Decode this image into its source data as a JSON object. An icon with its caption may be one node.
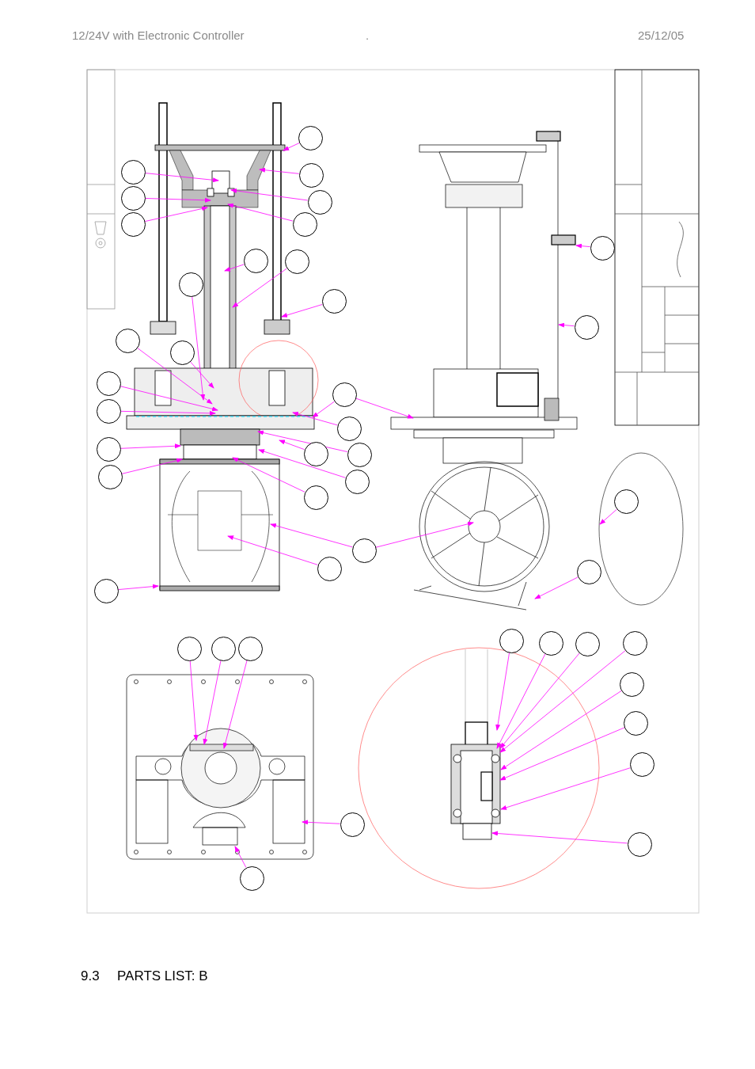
{
  "diagram": {
    "nodes": [
      {
        "text": [],
        "shape": "circle"
      },
      {
        "text": [],
        "shape": "circle"
      },
      {
        "text": [],
        "shape": "circle"
      },
      {
        "text": [],
        "shape": "circle"
      },
      {
        "text": [],
        "shape": "circle"
      },
      {
        "text": [],
        "shape": "circle"
      },
      {
        "text": [],
        "shape": "circle"
      },
      {
        "text": [],
        "shape": "circle"
      },
      {
        "text": [],
        "shape": "circle"
      },
      {
        "text": [],
        "shape": "circle"
      },
      {
        "text": [],
        "shape": "circle"
      },
      {
        "text": [],
        "shape": "circle"
      },
      {
        "text": [],
        "shape": "circle"
      },
      {
        "text": [],
        "shape": "circle"
      },
      {
        "text": [],
        "shape": "circle"
      },
      {
        "text": [],
        "shape": "circle"
      },
      {
        "text": [],
        "shape": "circle"
      },
      {
        "text": [],
        "shape": "circle"
      },
      {
        "text": [],
        "shape": "circle"
      },
      {
        "text": [],
        "shape": "circle"
      },
      {
        "text": [],
        "shape": "circle"
      },
      {
        "text": [],
        "shape": "circle"
      },
      {
        "text": [],
        "shape": "circle"
      },
      {
        "text": [],
        "shape": "circle"
      },
      {
        "text": [],
        "shape": "circle"
      },
      {
        "text": [],
        "shape": "circle"
      },
      {
        "text": [],
        "shape": "circle"
      },
      {
        "text": [],
        "shape": "circle"
      },
      {
        "text": [],
        "shape": "circle"
      },
      {
        "text": [],
        "shape": "circle"
      },
      {
        "text": [],
        "shape": "circle"
      },
      {
        "text": [],
        "shape": "circle"
      },
      {
        "text": [],
        "shape": "circle"
      },
      {
        "text": [],
        "shape": "circle"
      },
      {
        "text": [],
        "shape": "circle"
      },
      {
        "text": [],
        "shape": "circle"
      },
      {
        "text": [],
        "shape": "circle"
      },
      {
        "text": [],
        "shape": "circle"
      },
      {
        "text": [],
        "shape": "circle"
      },
      {
        "text": [],
        "shape": "circle"
      },
      {
        "text": [],
        "shape": "circle"
      },
      {
        "text": [],
        "shape": "circle"
      },
      {
        "text": [],
        "shape": "circle"
      }
    ],
    "edges": [
      {
        "from": 0,
        "to": null,
        "arrow": "to"
      },
      {
        "from": 1,
        "to": null,
        "arrow": "to"
      },
      {
        "from": 2,
        "to": null,
        "arrow": "to"
      },
      {
        "from": 3,
        "to": null,
        "arrow": "to"
      },
      {
        "from": 4,
        "to": null,
        "arrow": "to"
      },
      {
        "from": 5,
        "to": null,
        "arrow": "to"
      },
      {
        "from": 6,
        "to": null,
        "arrow": "to"
      },
      {
        "from": 7,
        "to": null,
        "arrow": "to"
      },
      {
        "from": 8,
        "to": null,
        "arrow": "to"
      },
      {
        "from": 9,
        "to": null,
        "arrow": "to"
      },
      {
        "from": 10,
        "to": null,
        "arrow": "to"
      },
      {
        "from": 11,
        "to": null,
        "arrow": "to"
      },
      {
        "from": 12,
        "to": null,
        "arrow": "to"
      },
      {
        "from": 13,
        "to": null,
        "arrow": "to"
      },
      {
        "from": 14,
        "to": null,
        "arrow": "to"
      },
      {
        "from": 15,
        "to": null,
        "arrow": "to"
      },
      {
        "from": 15,
        "to": null,
        "arrow": "to"
      },
      {
        "from": 16,
        "to": null,
        "arrow": "to"
      },
      {
        "from": 17,
        "to": null,
        "arrow": "to"
      },
      {
        "from": 18,
        "to": null,
        "arrow": "to"
      },
      {
        "from": 19,
        "to": null,
        "arrow": "to"
      },
      {
        "from": 20,
        "to": null,
        "arrow": "to"
      },
      {
        "from": 21,
        "to": null,
        "arrow": "to"
      },
      {
        "from": 22,
        "to": null,
        "arrow": "to"
      },
      {
        "from": 23,
        "to": null,
        "arrow": "to"
      },
      {
        "from": 23,
        "to": null,
        "arrow": "to"
      },
      {
        "from": 24,
        "to": null,
        "arrow": "to"
      },
      {
        "from": 25,
        "to": null,
        "arrow": "to"
      },
      {
        "from": 26,
        "to": null,
        "arrow": "to"
      },
      {
        "from": 27,
        "to": null,
        "arrow": "to"
      },
      {
        "from": 28,
        "to": null,
        "arrow": "to"
      },
      {
        "from": 29,
        "to": null,
        "arrow": "to"
      },
      {
        "from": 30,
        "to": null,
        "arrow": "to"
      },
      {
        "from": 31,
        "to": null,
        "arrow": "to"
      },
      {
        "from": 32,
        "to": null,
        "arrow": "to"
      },
      {
        "from": 33,
        "to": null,
        "arrow": "to"
      },
      {
        "from": 34,
        "to": null,
        "arrow": "to"
      },
      {
        "from": 35,
        "to": null,
        "arrow": "to"
      },
      {
        "from": 36,
        "to": null,
        "arrow": "to"
      },
      {
        "from": 37,
        "to": null,
        "arrow": "to"
      },
      {
        "from": 38,
        "to": null,
        "arrow": "to"
      },
      {
        "from": 39,
        "to": null,
        "arrow": "to"
      },
      {
        "from": 40,
        "to": null,
        "arrow": "to"
      },
      {
        "from": 41,
        "to": null,
        "arrow": "to"
      },
      {
        "from": 42,
        "to": null,
        "arrow": "to"
      }
    ],
    "labels": [
      "12/24V with Electronic Controller",
      ".",
      "25/12/05",
      "9.3",
      "PARTS LIST: B"
    ]
  }
}
